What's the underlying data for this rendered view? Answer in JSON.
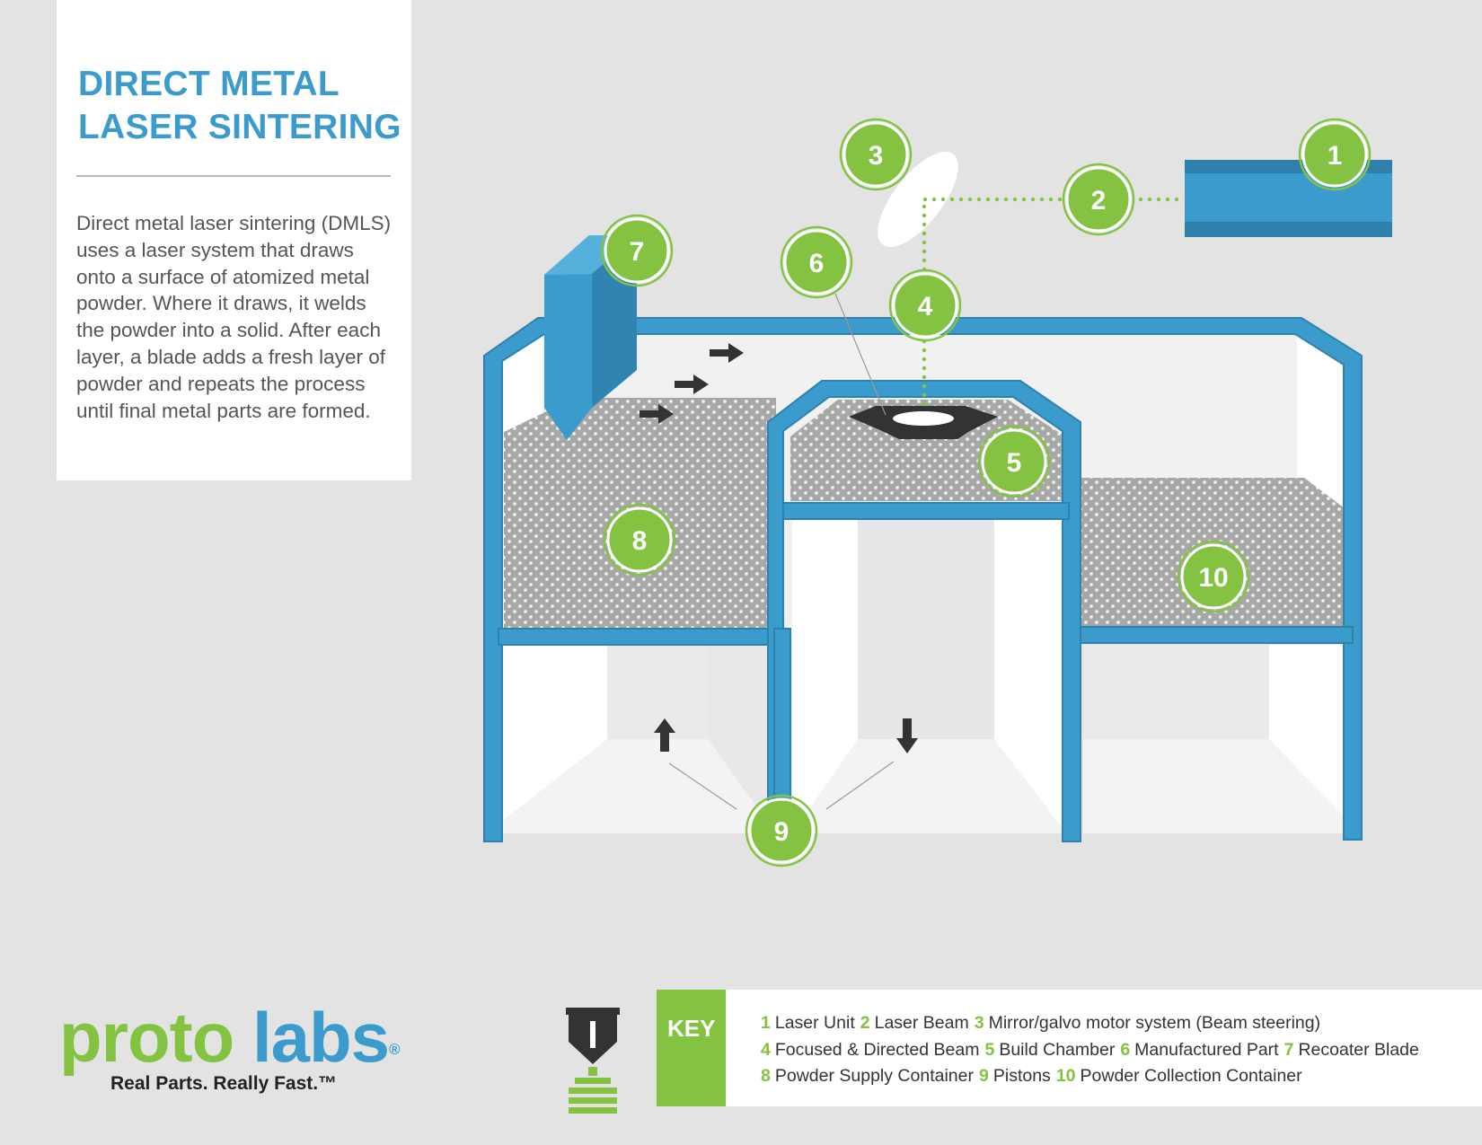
{
  "title": {
    "line1": "DIRECT METAL",
    "line2": "LASER SINTERING"
  },
  "description": "Direct metal laser sintering (DMLS) uses a laser system that draws onto a surface of atomized metal powder. Where it draws, it welds the powder into a solid. After each layer, a blade adds a fresh layer of powder and repeats the process until final metal parts are formed.",
  "callouts": [
    "1",
    "2",
    "3",
    "4",
    "5",
    "6",
    "7",
    "8",
    "9",
    "10"
  ],
  "key": {
    "label": "KEY",
    "lines": [
      [
        {
          "num": "1",
          "text": "Laser Unit"
        },
        {
          "num": "2",
          "text": "Laser Beam"
        },
        {
          "num": "3",
          "text": "Mirror/galvo motor system (Beam steering)"
        }
      ],
      [
        {
          "num": "4",
          "text": "Focused & Directed Beam"
        },
        {
          "num": "5",
          "text": "Build Chamber"
        },
        {
          "num": "6",
          "text": "Manufactured Part"
        },
        {
          "num": "7",
          "text": "Recoater Blade"
        }
      ],
      [
        {
          "num": "8",
          "text": "Powder Supply Container"
        },
        {
          "num": "9",
          "text": "Pistons"
        },
        {
          "num": "10",
          "text": "Powder Collection Container"
        }
      ]
    ]
  },
  "logo": {
    "word1": "proto",
    "word2": "labs",
    "registered": "®",
    "tagline": "Real Parts. Really Fast.™"
  },
  "colors": {
    "frame_blue": "#3a9bcc",
    "frame_blue_dark": "#2f82ad",
    "accent_green": "#83c341",
    "background": "#e3e3e3"
  },
  "icons": {
    "printer": "3d-printer-icon",
    "mirror": "mirror-ellipse",
    "arrows": "arrow-icon"
  }
}
